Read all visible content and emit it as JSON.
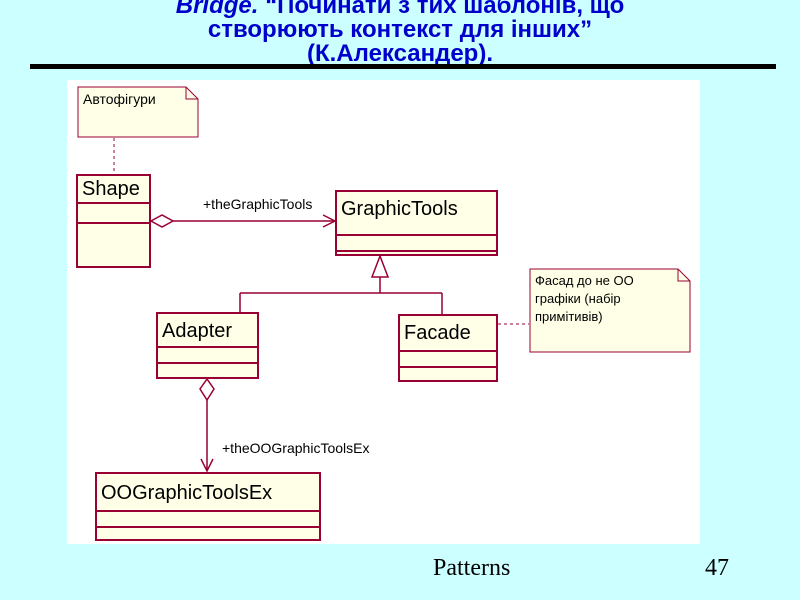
{
  "slide": {
    "title_lead": "Bridge.",
    "title_line1_rest": " “Починати з тих шаблонів, що",
    "title_line2": "створюють контекст для інших”",
    "title_line3": "(К.Александер).",
    "footer_label": "Patterns",
    "page_number": "47"
  },
  "diagram": {
    "classes": {
      "shape": "Shape",
      "graphic_tools": "GraphicTools",
      "adapter": "Adapter",
      "facade": "Facade",
      "oo_graphic_tools_ex": "OOGraphicToolsEx"
    },
    "notes": {
      "autoshapes": "Автофігури",
      "facade_line1": "Фасад до не ОО",
      "facade_line2": "графіки (набір",
      "facade_line3": "примітивів)"
    },
    "role_labels": {
      "graphic_tools_role": "+theGraphicTools",
      "oo_ex_role": "+theOOGraphicToolsEx"
    }
  },
  "colors": {
    "background": "#ccffff",
    "title": "#0000cc",
    "uml_line": "#990033",
    "class_fill": "#ffffe8"
  }
}
